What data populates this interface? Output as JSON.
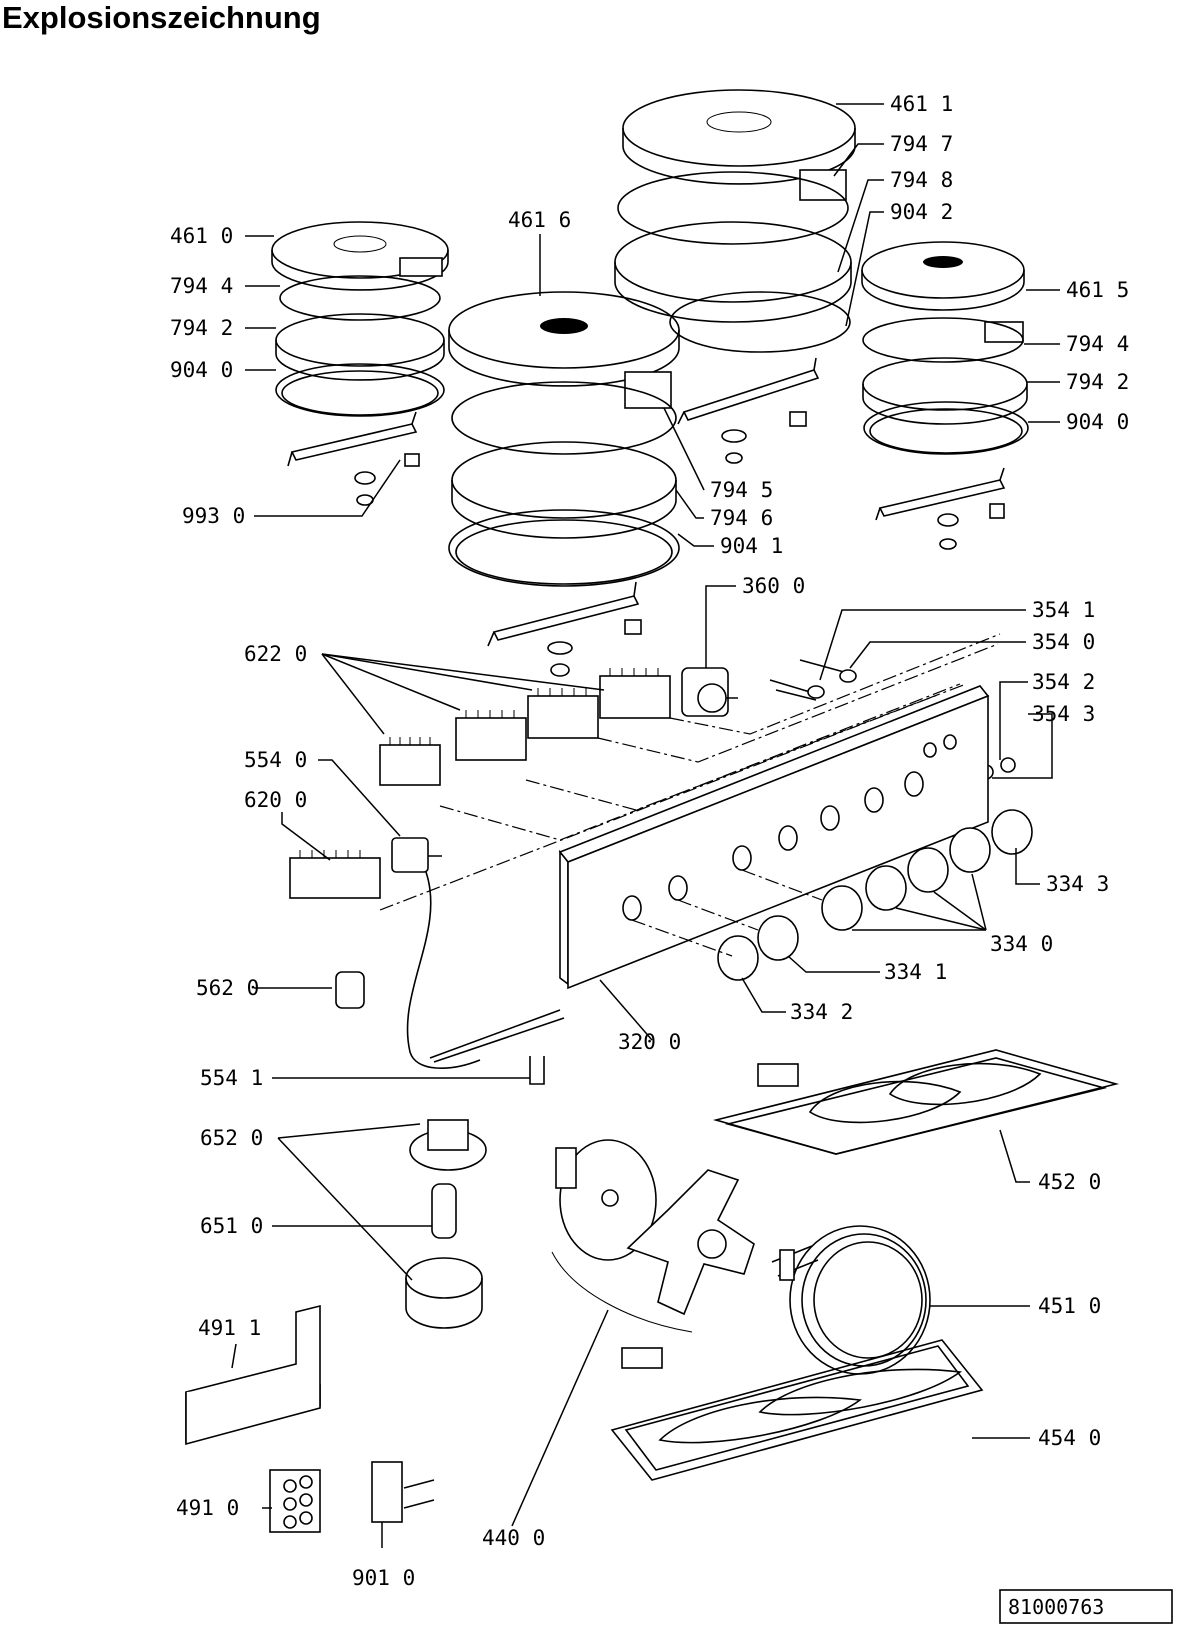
{
  "title": "Explosionszeichnung",
  "reference_number": "81000763",
  "labels": [
    {
      "id": "l4611",
      "text": "461  1"
    },
    {
      "id": "l7947",
      "text": "794  7"
    },
    {
      "id": "l7948",
      "text": "794  8"
    },
    {
      "id": "l9042",
      "text": "904  2"
    },
    {
      "id": "l4610",
      "text": "461  0"
    },
    {
      "id": "l4616",
      "text": "461  6"
    },
    {
      "id": "l7944a",
      "text": "794  4"
    },
    {
      "id": "l7942a",
      "text": "794  2"
    },
    {
      "id": "l9040a",
      "text": "904  0"
    },
    {
      "id": "l4615",
      "text": "461  5"
    },
    {
      "id": "l7944b",
      "text": "794  4"
    },
    {
      "id": "l7942b",
      "text": "794  2"
    },
    {
      "id": "l9040b",
      "text": "904  0"
    },
    {
      "id": "l7945",
      "text": "794  5"
    },
    {
      "id": "l9930",
      "text": "993  0"
    },
    {
      "id": "l7946",
      "text": "794  6"
    },
    {
      "id": "l9041",
      "text": "904  1"
    },
    {
      "id": "l3600",
      "text": "360  0"
    },
    {
      "id": "l3541",
      "text": "354  1"
    },
    {
      "id": "l3540",
      "text": "354  0"
    },
    {
      "id": "l6220",
      "text": "622  0"
    },
    {
      "id": "l3542",
      "text": "354  2"
    },
    {
      "id": "l3543",
      "text": "354  3"
    },
    {
      "id": "l5540",
      "text": "554  0"
    },
    {
      "id": "l6200",
      "text": "620  0"
    },
    {
      "id": "l3343",
      "text": "334  3"
    },
    {
      "id": "l3340",
      "text": "334  0"
    },
    {
      "id": "l5620",
      "text": "562  0"
    },
    {
      "id": "l3341",
      "text": "334  1"
    },
    {
      "id": "l3342",
      "text": "334  2"
    },
    {
      "id": "l3200",
      "text": "320  0"
    },
    {
      "id": "l5541",
      "text": "554  1"
    },
    {
      "id": "l6520",
      "text": "652  0"
    },
    {
      "id": "l4520",
      "text": "452  0"
    },
    {
      "id": "l6510",
      "text": "651  0"
    },
    {
      "id": "l4510",
      "text": "451  0"
    },
    {
      "id": "l4911",
      "text": "491  1"
    },
    {
      "id": "l4540",
      "text": "454  0"
    },
    {
      "id": "l4910",
      "text": "491  0"
    },
    {
      "id": "l4400",
      "text": "440  0"
    },
    {
      "id": "l9010",
      "text": "901  0"
    }
  ]
}
